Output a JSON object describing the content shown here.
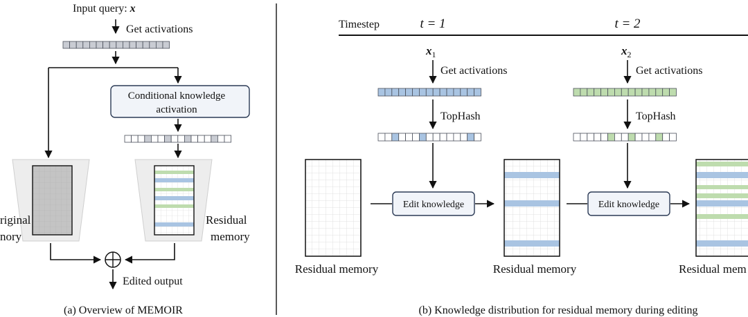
{
  "left_panel": {
    "input_query_label": "Input query: ",
    "input_query_var": "x",
    "get_activations": "Get activations",
    "conditional_line1": "Conditional knowledge",
    "conditional_line2": "activation",
    "original_memory_line1": "riginal",
    "original_memory_line2": "nory",
    "residual_memory_line1": "Residual",
    "residual_memory_line2": "memory",
    "edited_output": "Edited output",
    "caption": "(a) Overview of MEMOIR",
    "sum_symbol": "⊕"
  },
  "right_panel": {
    "timestep_label": "Timestep",
    "t1_label": "t = 1",
    "t2_label": "t = 2",
    "x1_var": "x",
    "x1_sub": "1",
    "x2_var": "x",
    "x2_sub": "2",
    "get_activations": "Get activations",
    "tophash": "TopHash",
    "edit_knowledge": "Edit knowledge",
    "residual_memory": "Residual memory",
    "residual_memory_cut": "Residual mem",
    "caption": "(b) Knowledge distribution for residual memory during editing"
  },
  "colors": {
    "blue": "#a9c4e2",
    "green": "#bedcae",
    "gray_cell": "#c9ccd3",
    "box_fill": "#f1f4f9",
    "memory_gray": "#c4c4c4",
    "trap_fill": "#ededed"
  }
}
